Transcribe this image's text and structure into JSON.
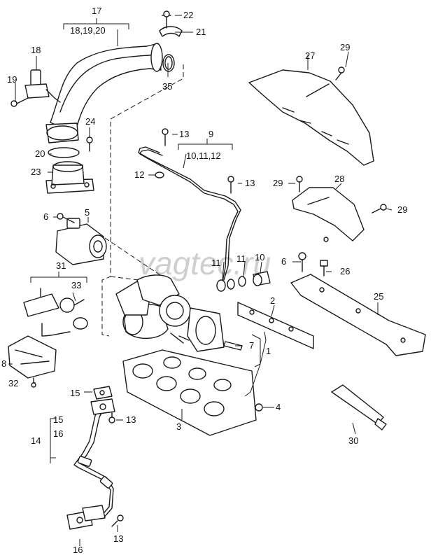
{
  "watermark": "vagtec.ru",
  "callouts": {
    "c1": "1",
    "c2": "2",
    "c3": "3",
    "c4": "4",
    "c5": "5",
    "c6a": "6",
    "c6b": "6",
    "c7": "7",
    "c8": "8",
    "c9": "9",
    "c9sub": "10,11,12",
    "c10": "10",
    "c11a": "11",
    "c11b": "11",
    "c12": "12",
    "c13a": "13",
    "c13b": "13",
    "c13c": "13",
    "c13d": "13",
    "c14": "14",
    "c14sub1": "15",
    "c14sub2": "16",
    "c15": "15",
    "c16": "16",
    "c17": "17",
    "c17sub": "18,19,20",
    "c18": "18",
    "c19": "19",
    "c20": "20",
    "c21": "21",
    "c22": "22",
    "c23": "23",
    "c24": "24",
    "c25": "25",
    "c26": "26",
    "c27": "27",
    "c28": "28",
    "c29a": "29",
    "c29b": "29",
    "c29c": "29",
    "c30": "30",
    "c31": "31",
    "c32": "32",
    "c33": "33",
    "c35": "35"
  }
}
